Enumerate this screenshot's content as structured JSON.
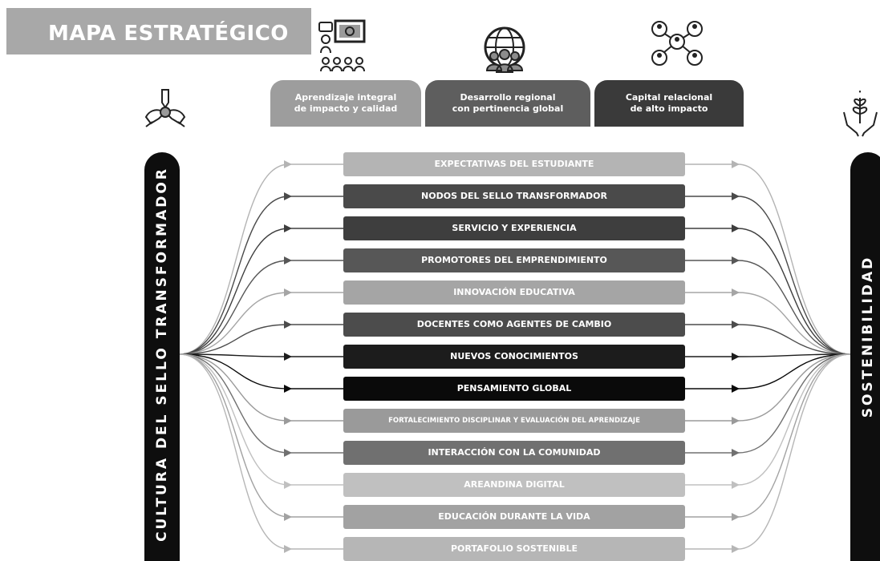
{
  "title": "MAPA ESTRATÉGICO",
  "pillars": [
    {
      "line1": "Aprendizaje integral",
      "line2": "de impacto y calidad",
      "color": "#9d9d9d"
    },
    {
      "line1": "Desarrollo regional",
      "line2": "con pertinencia global",
      "color": "#5e5e5e"
    },
    {
      "line1": "Capital relacional",
      "line2": "de alto impacto",
      "color": "#3a3a3a"
    }
  ],
  "left_bar": {
    "label": "CULTURA DEL SELLO TRANSFORMADOR"
  },
  "right_bar": {
    "label": "SOSTENIBILIDAD"
  },
  "icons": {
    "teaching": "presentation-icon",
    "regional": "globe-people-icon",
    "network": "network-people-icon",
    "culture": "joined-hands-icon",
    "sustainability": "plant-hands-icon"
  },
  "objectives": [
    {
      "label": "EXPECTATIVAS DEL ESTUDIANTE",
      "color": "#b4b4b4"
    },
    {
      "label": "NODOS DEL SELLO TRANSFORMADOR",
      "color": "#4a4a4a"
    },
    {
      "label": "SERVICIO Y EXPERIENCIA",
      "color": "#3e3e3e"
    },
    {
      "label": "PROMOTORES DEL EMPRENDIMIENTO",
      "color": "#575757"
    },
    {
      "label": "INNOVACIÓN EDUCATIVA",
      "color": "#a5a5a5"
    },
    {
      "label": "DOCENTES COMO AGENTES DE CAMBIO",
      "color": "#4c4c4c"
    },
    {
      "label": "NUEVOS CONOCIMIENTOS",
      "color": "#1c1c1c"
    },
    {
      "label": "PENSAMIENTO GLOBAL",
      "color": "#0a0a0a"
    },
    {
      "label": "FORTALECIMIENTO DISCIPLINAR Y EVALUACIÓN DEL APRENDIZAJE",
      "color": "#9a9a9a"
    },
    {
      "label": "INTERACCIÓN CON LA COMUNIDAD",
      "color": "#707070"
    },
    {
      "label": "AREANDINA DIGITAL",
      "color": "#c0c0c0"
    },
    {
      "label": "EDUCACIÓN DURANTE LA VIDA",
      "color": "#a2a2a2"
    },
    {
      "label": "PORTAFOLIO SOSTENIBLE",
      "color": "#b6b6b6"
    }
  ]
}
